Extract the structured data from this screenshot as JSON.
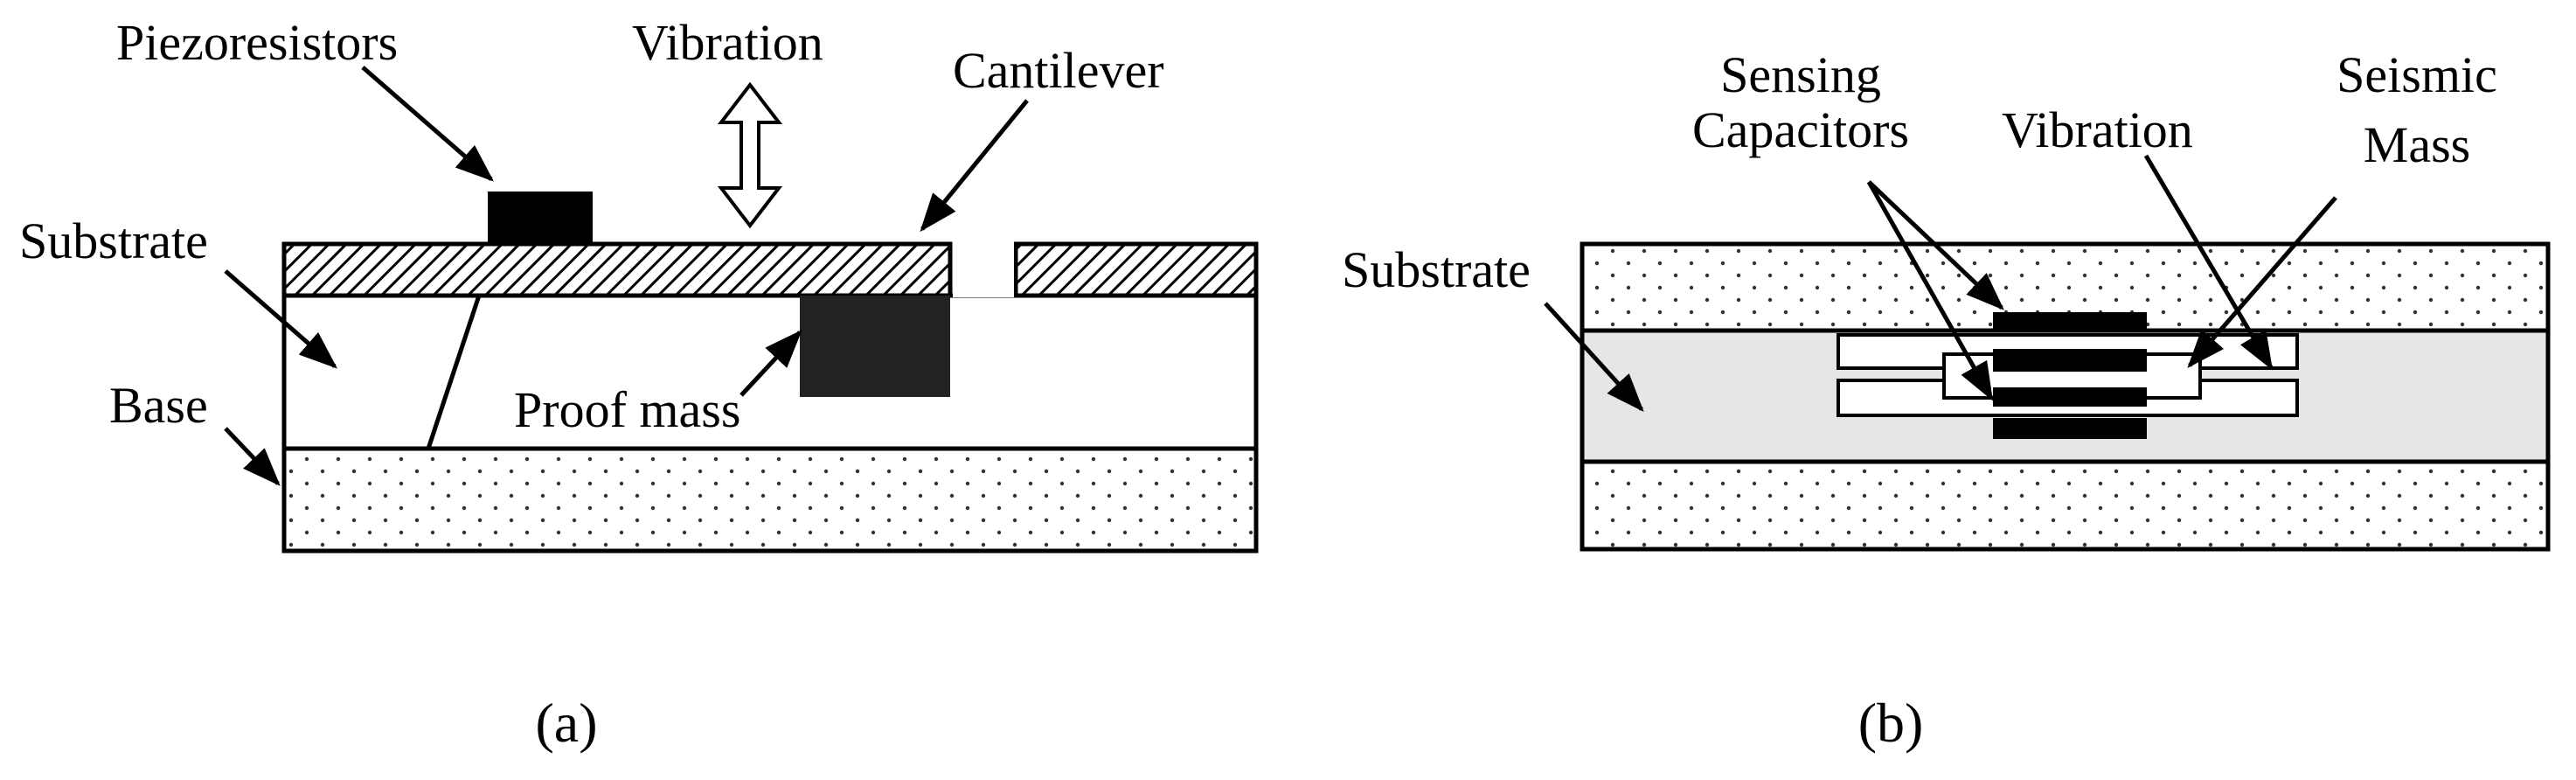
{
  "panel_a": {
    "caption": "(a)",
    "labels": {
      "piezoresistors": "Piezoresistors",
      "vibration": "Vibration",
      "cantilever": "Cantilever",
      "substrate": "Substrate",
      "base": "Base",
      "proof_mass": "Proof mass"
    }
  },
  "panel_b": {
    "caption": "(b)",
    "labels": {
      "sensing_line1": "Sensing",
      "sensing_line2": "Capacitors",
      "vibration": "Vibration",
      "seismic_line1": "Seismic",
      "seismic_line2": "Mass",
      "substrate": "Substrate"
    }
  },
  "colors": {
    "stroke": "#000000",
    "piezoresistor": "#000000",
    "proof_mass": "#222222",
    "cavity_fill": "#e6e6e6",
    "capacitor_plate": "#000000"
  }
}
